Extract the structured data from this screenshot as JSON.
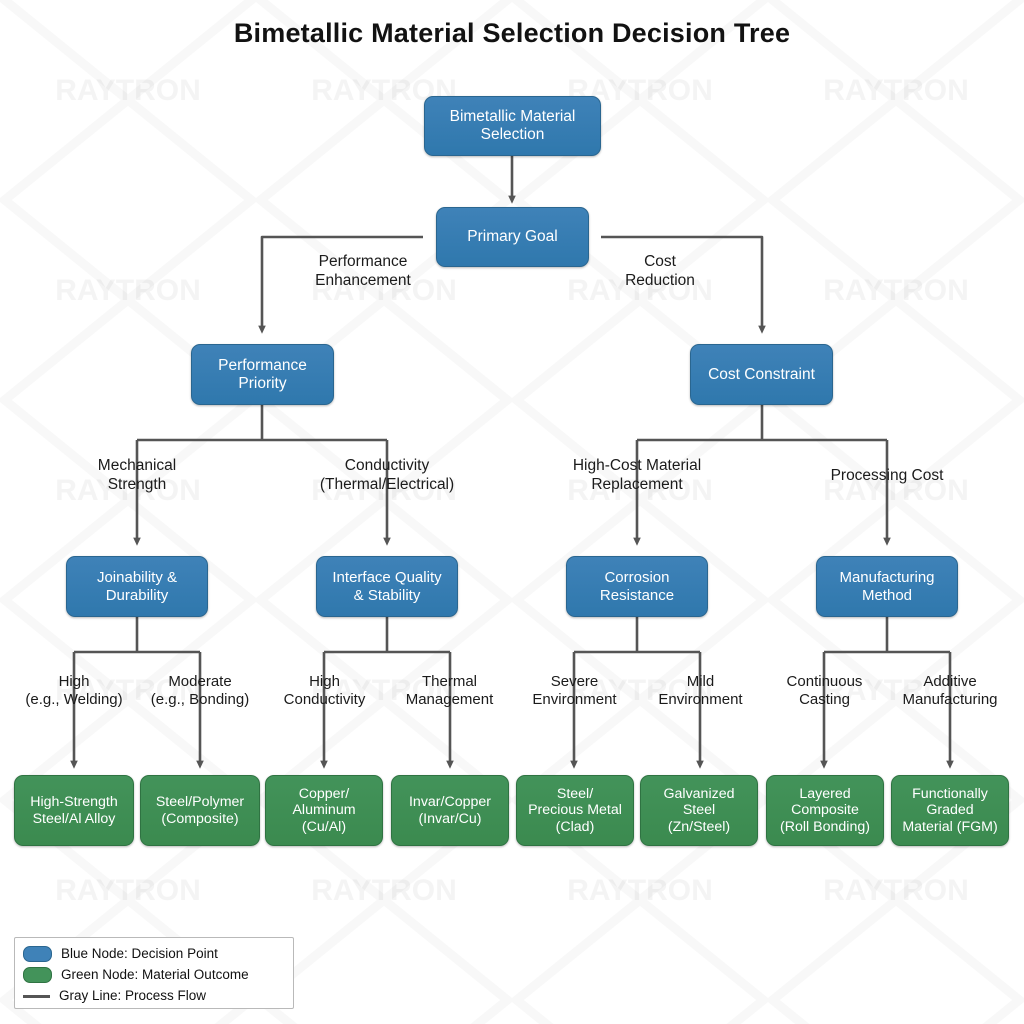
{
  "title": "Bimetallic Material Selection Decision Tree",
  "colors": {
    "blue_node": "#3f82b8",
    "blue_border": "#2a6690",
    "green_node": "#43935a",
    "green_border": "#2f7342",
    "connector_gray": "#555555",
    "background": "#ffffff",
    "text_dark": "#1b1b1b"
  },
  "nodes": {
    "root": "Bimetallic Material\nSelection",
    "primary_goal": "Primary Goal",
    "performance_priority": "Performance\nPriority",
    "cost_constraint": "Cost Constraint",
    "joinability": "Joinability &\nDurability",
    "interface_quality": "Interface Quality\n& Stability",
    "corrosion_resistance": "Corrosion\nResistance",
    "manufacturing_method": "Manufacturing\nMethod"
  },
  "edge_labels": {
    "performance_enhancement": "Performance\nEnhancement",
    "cost_reduction": "Cost\nReduction",
    "mechanical_strength": "Mechanical\nStrength",
    "conductivity": "Conductivity\n(Thermal/Electrical)",
    "high_cost_material": "High-Cost Material\nReplacement",
    "processing_cost": "Processing Cost",
    "high_welding": "High\n(e.g., Welding)",
    "moderate_bonding": "Moderate\n(e.g., Bonding)",
    "high_conductivity": "High\nConductivity",
    "thermal_management": "Thermal\nManagement",
    "severe_environment": "Severe\nEnvironment",
    "mild_environment": "Mild\nEnvironment",
    "continuous_casting": "Continuous\nCasting",
    "additive_manufacturing": "Additive\nManufacturing"
  },
  "outcomes": {
    "o1": "High-Strength\nSteel/Al Alloy",
    "o2": "Steel/Polymer\n(Composite)",
    "o3": "Copper/\nAluminum\n(Cu/Al)",
    "o4": "Invar/Copper\n(Invar/Cu)",
    "o5": "Steel/\nPrecious Metal\n(Clad)",
    "o6": "Galvanized\nSteel\n(Zn/Steel)",
    "o7": "Layered\nComposite\n(Roll Bonding)",
    "o8": "Functionally\nGraded\nMaterial (FGM)"
  },
  "legend": {
    "blue": "Blue Node: Decision Point",
    "green": "Green Node: Material Outcome",
    "line": "Gray Line: Process Flow"
  },
  "watermark": "RAYTRON"
}
